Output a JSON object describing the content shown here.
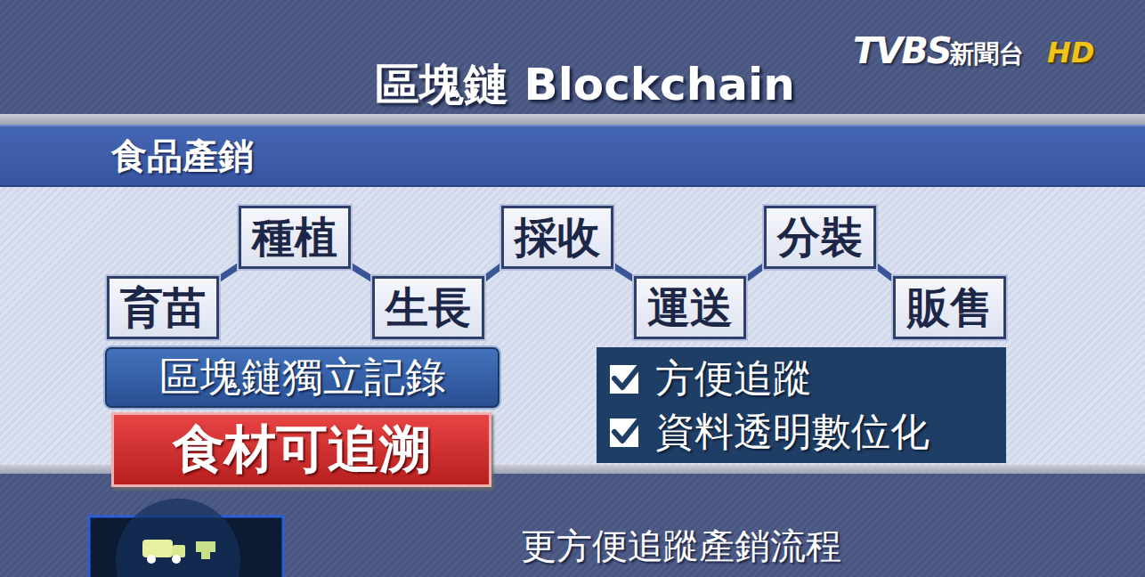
{
  "diagram": {
    "title": "區塊鏈 Blockchain",
    "caption": "更方便追蹤產銷流程",
    "nodes": [
      {
        "text": [
          "食品產銷"
        ]
      },
      {
        "text": [
          "育苗"
        ]
      },
      {
        "text": [
          "種植"
        ]
      },
      {
        "text": [
          "生長"
        ]
      },
      {
        "text": [
          "採收"
        ]
      },
      {
        "text": [
          "運送"
        ]
      },
      {
        "text": [
          "分裝"
        ]
      },
      {
        "text": [
          "販售"
        ]
      },
      {
        "text": [
          "區塊鏈獨立記錄"
        ]
      },
      {
        "text": [
          "食材可追溯"
        ]
      },
      {
        "text": [
          "方便追蹤",
          "資料透明數位化"
        ]
      }
    ],
    "edges": [
      {
        "from": 1,
        "to": 2,
        "arrow": "none"
      },
      {
        "from": 2,
        "to": 3,
        "arrow": "none"
      },
      {
        "from": 3,
        "to": 4,
        "arrow": "none"
      },
      {
        "from": 4,
        "to": 5,
        "arrow": "none"
      },
      {
        "from": 5,
        "to": 6,
        "arrow": "none"
      },
      {
        "from": 6,
        "to": 7,
        "arrow": "none"
      }
    ],
    "labels": [
      "TVBS",
      "新聞台",
      "HD"
    ]
  }
}
